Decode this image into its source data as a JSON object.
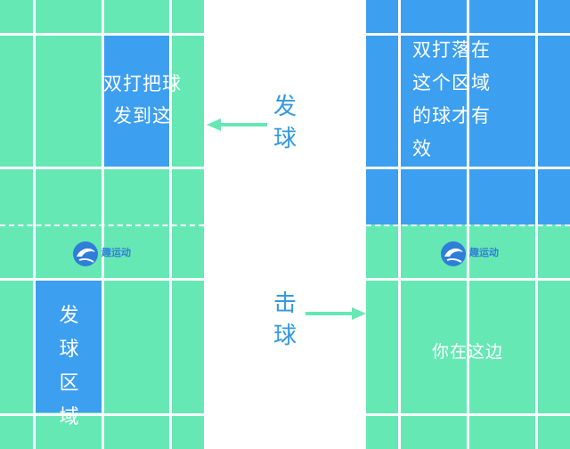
{
  "colors": {
    "court": "#66e8b4",
    "zone": "#3d9ff0",
    "lines": "#ffffff",
    "arrow": "#66e8b4",
    "label": "#3399e0"
  },
  "left_court": {
    "serve_target_text": "双打把球\n发到这",
    "serve_zone_text": "发\n球\n区\n域",
    "logo_text": "趣运动",
    "logo_icon": "dolphin-logo-icon"
  },
  "right_court": {
    "valid_zone_text": "双打落在\n这个区域\n的球才有\n效",
    "you_text": "你在这边",
    "logo_text": "趣运动",
    "logo_icon": "dolphin-logo-icon"
  },
  "labels": {
    "serve": "发\n球",
    "hit": "击\n球"
  },
  "arrows": {
    "serve_arrow_icon": "arrow-left-icon",
    "hit_arrow_icon": "arrow-right-icon"
  }
}
